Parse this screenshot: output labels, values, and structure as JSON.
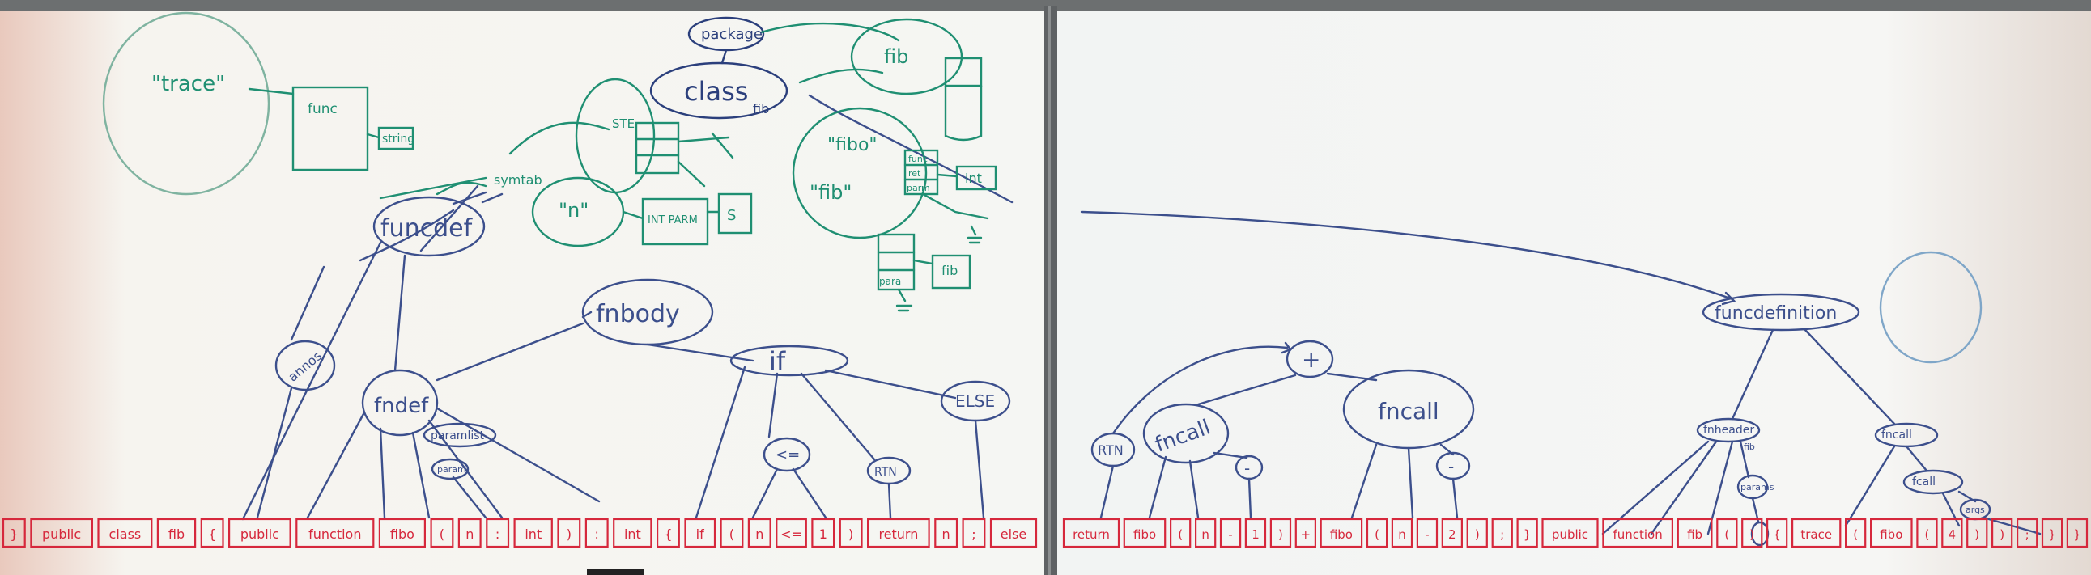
{
  "colors": {
    "board": "#f4f5f1",
    "board_shadow": "#d9dbd6",
    "frame": "#55585a",
    "blue": "#3c4f8c",
    "green": "#1f8f72",
    "red": "#d6283c",
    "dark": "#222428"
  },
  "left_board": {
    "trace": "\"trace\"",
    "func": "func",
    "string": "string",
    "package": "package",
    "class": "class",
    "fib_small": "fib",
    "fib_top": "fib",
    "symtab": "symtab",
    "ste": "STE",
    "n_lit": "\"n\"",
    "int_parm": "INT PARM",
    "s": "S",
    "fibo": "\"fibo\"",
    "fib_lit": "\"fib\"",
    "func_tag": "func",
    "ret": "ret",
    "parm": "parm",
    "int": "int",
    "fib_box": "fib",
    "para": "para",
    "funcdef": "funcdef",
    "fnbody": "fnbody",
    "annos": "annos",
    "fndef": "fndef",
    "paramlist": "paramlist",
    "param": "param",
    "if": "if",
    "lte": "<=",
    "rtn": "RTN",
    "else": "ELSE"
  },
  "right_board": {
    "plus": "+",
    "rtn": "RTN",
    "fncall1": "fncall",
    "minus1": "-",
    "fncall2": "fncall",
    "minus2": "-",
    "funcdefinition": "funcdefinition",
    "fnheader": "fnheader",
    "fib": "fib",
    "params": "params",
    "fncall_tail": "fncall",
    "fcall": "fcall",
    "args": "args"
  },
  "tokens_left": [
    "}",
    "public",
    "class",
    "fib",
    "{",
    "public",
    "function",
    "fibo",
    "(",
    "n",
    ":",
    "int",
    ")",
    ":",
    "int",
    "{",
    "if",
    "(",
    "n",
    "<=",
    "1",
    ")",
    "return",
    "n",
    ";",
    "else"
  ],
  "tokens_right": [
    "return",
    "fibo",
    "(",
    "n",
    "-",
    "1",
    ")",
    "+",
    "fibo",
    "(",
    "n",
    "-",
    "2",
    ")",
    ";",
    "}",
    "public",
    "function",
    "fib",
    "(",
    ")",
    "{",
    "trace",
    "(",
    "fibo",
    "(",
    "4",
    ")",
    ")",
    ";",
    "}",
    "}"
  ]
}
